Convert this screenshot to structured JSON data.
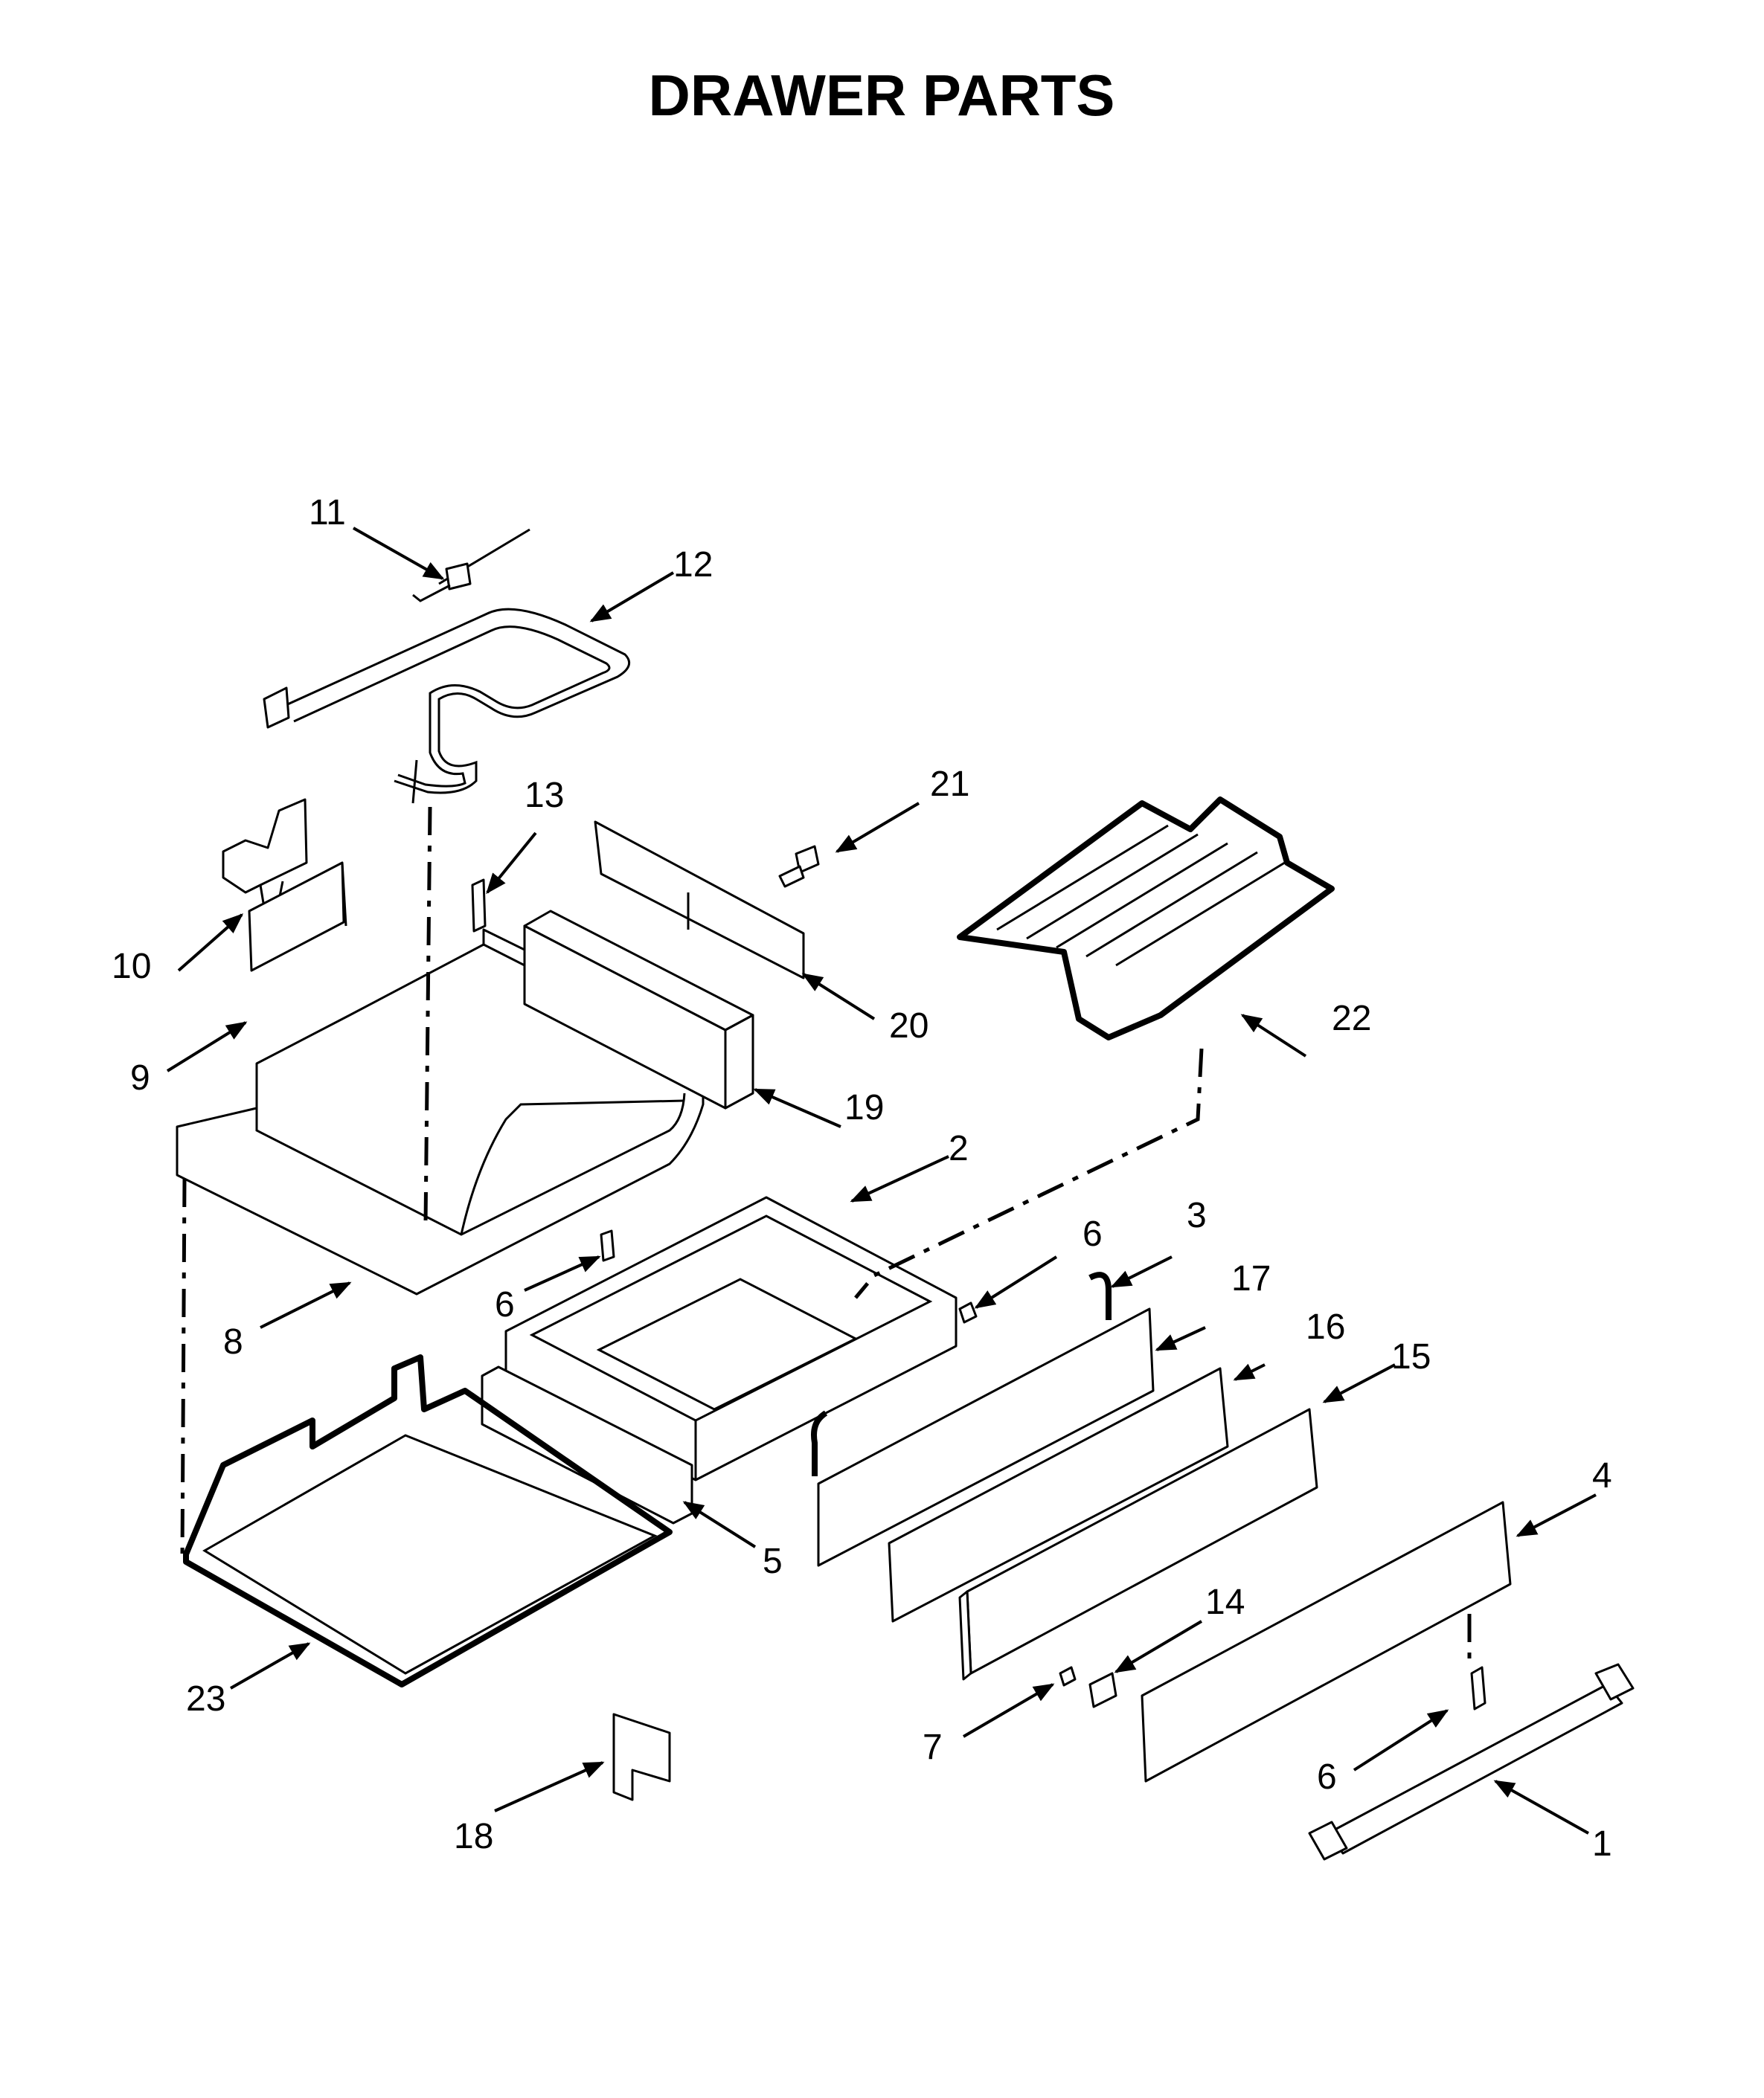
{
  "diagram": {
    "title": "DRAWER PARTS",
    "callouts": [
      "1",
      "2",
      "3",
      "4",
      "5",
      "6",
      "6",
      "6",
      "7",
      "8",
      "9",
      "10",
      "11",
      "12",
      "13",
      "14",
      "15",
      "16",
      "17",
      "18",
      "19",
      "20",
      "21",
      "22",
      "23"
    ]
  }
}
